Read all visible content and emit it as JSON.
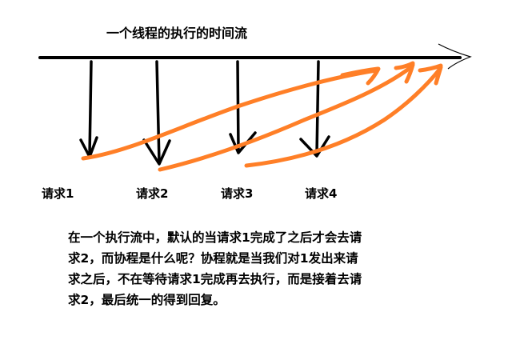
{
  "title": "一个线程的执行的时间流",
  "requests": [
    "请求1",
    "请求2",
    "请求3",
    "请求4"
  ],
  "explanation_lines": [
    "在一个执行流中，默认的当请求1完成了之后才会去请",
    "求2，而协程是什么呢？协程就是当我们对1发出来请",
    "求之后，不在等待请求1完成再去执行，而是接着去请",
    "求2，最后统一的得到回复。"
  ],
  "colors": {
    "timeline": "#000000",
    "request_arrows": "#000000",
    "response_arrows": "#ff7f27",
    "background": "#ffffff"
  }
}
